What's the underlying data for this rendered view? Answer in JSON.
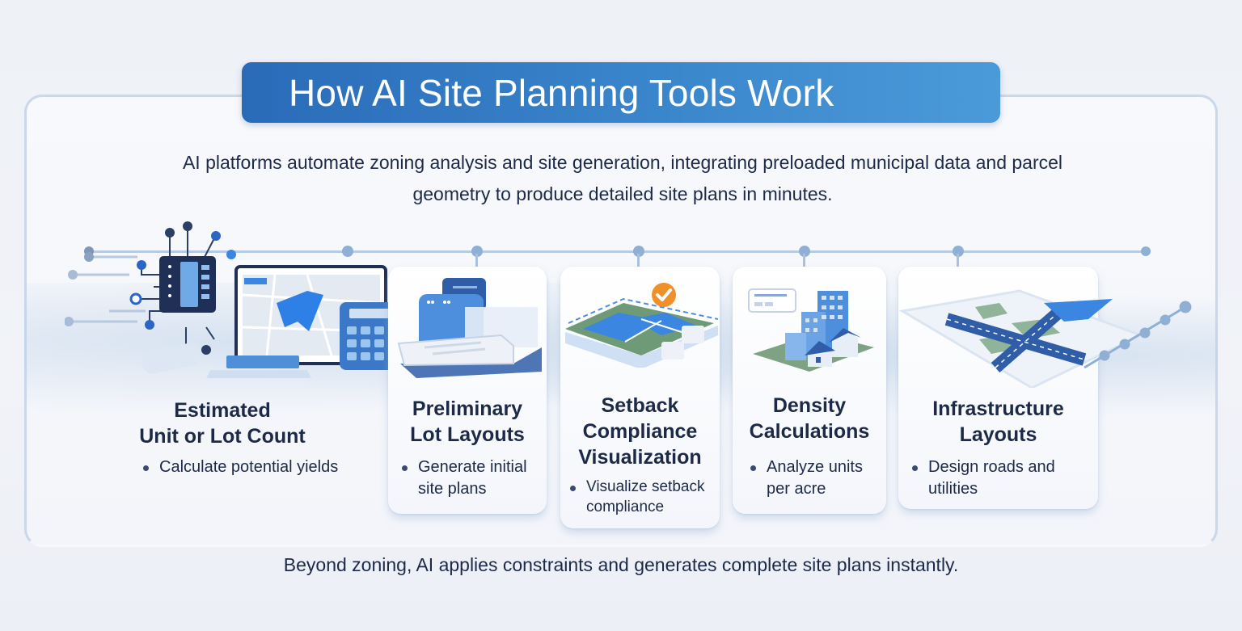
{
  "header": {
    "title": "How AI Site Planning Tools Work"
  },
  "intro": {
    "line1": "AI platforms automate zoning analysis and site generation, integrating preloaded municipal data and parcel",
    "line2": "geometry to produce detailed site plans in minutes."
  },
  "cards": [
    {
      "title_line1": "Estimated",
      "title_line2": "Unit or Lot Count",
      "bullet": "Calculate potential yields",
      "icon": "ai-chip-computer-calculator-icon"
    },
    {
      "title_line1": "Preliminary",
      "title_line2": "Lot Layouts",
      "bullet_line1": "Generate initial",
      "bullet_line2": "site plans",
      "icon": "layered-documents-icon"
    },
    {
      "title_line1": "Setback",
      "title_line2": "Compliance",
      "title_line3": "Visualization",
      "bullet_line1": "Visualize setback",
      "bullet_line2": "compliance",
      "icon": "site-plan-checkmark-icon"
    },
    {
      "title_line1": "Density",
      "title_line2": "Calculations",
      "bullet_line1": "Analyze units",
      "bullet_line2": "per acre",
      "icon": "buildings-houses-icon"
    },
    {
      "title_line1": "Infrastructure",
      "title_line2": "Layouts",
      "bullet_line1": "Design roads and",
      "bullet_line2": "utilities",
      "icon": "road-map-icon"
    }
  ],
  "footer": {
    "text": "Beyond zoning, AI applies constraints and generates complete site plans instantly."
  },
  "colors": {
    "banner_start": "#2a6bb8",
    "banner_end": "#4b9ad8",
    "text_dark": "#1c2a48",
    "accent_blue": "#3a86e0",
    "check_orange": "#f0902a",
    "green_lot": "#6f9a78"
  }
}
